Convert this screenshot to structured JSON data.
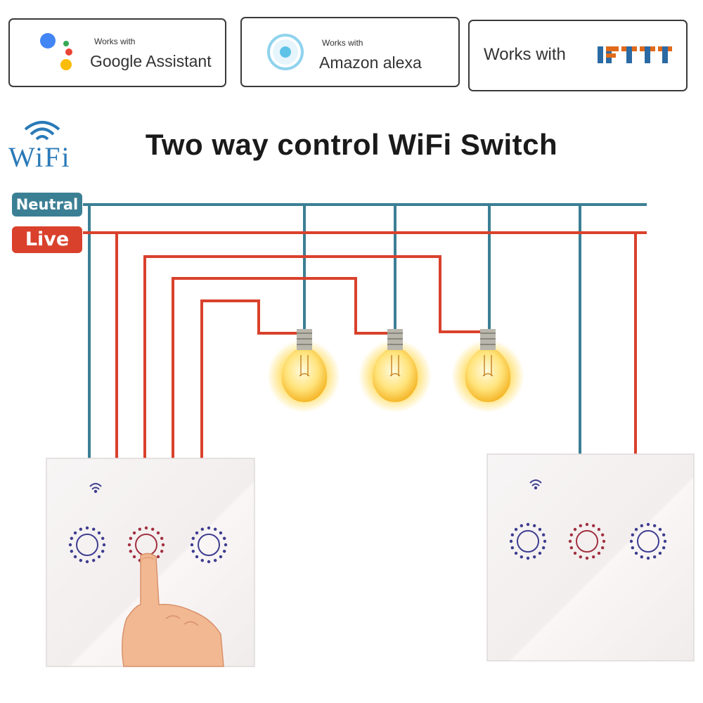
{
  "badges": {
    "google": {
      "small": "Works with",
      "big": "Google Assistant"
    },
    "alexa": {
      "small": "Works with",
      "big": "Amazon alexa"
    },
    "ifttt": {
      "big": "Works with",
      "logo": "IFTTT"
    }
  },
  "title": "Two way control WiFi Switch",
  "wifi_logo": "WiFi",
  "wires": {
    "neutral_label": "Neutral",
    "live_label": "Live",
    "neutral_color": "#3b7f94",
    "live_color": "#d9412c"
  },
  "colors": {
    "google_blue": "#4285f4",
    "google_red": "#ea4335",
    "google_yellow": "#fbbc05",
    "google_green": "#34a853",
    "alexa_blue": "#5fc3e8",
    "bulb_glow": "#ffd84a",
    "button_blue": "#3d3d8f",
    "button_red": "#a03040"
  },
  "icons": [
    "google-assistant-icon",
    "alexa-icon",
    "ifttt-logo",
    "wifi-icon",
    "light-bulb-icon",
    "touch-button-icon",
    "finger-icon"
  ]
}
